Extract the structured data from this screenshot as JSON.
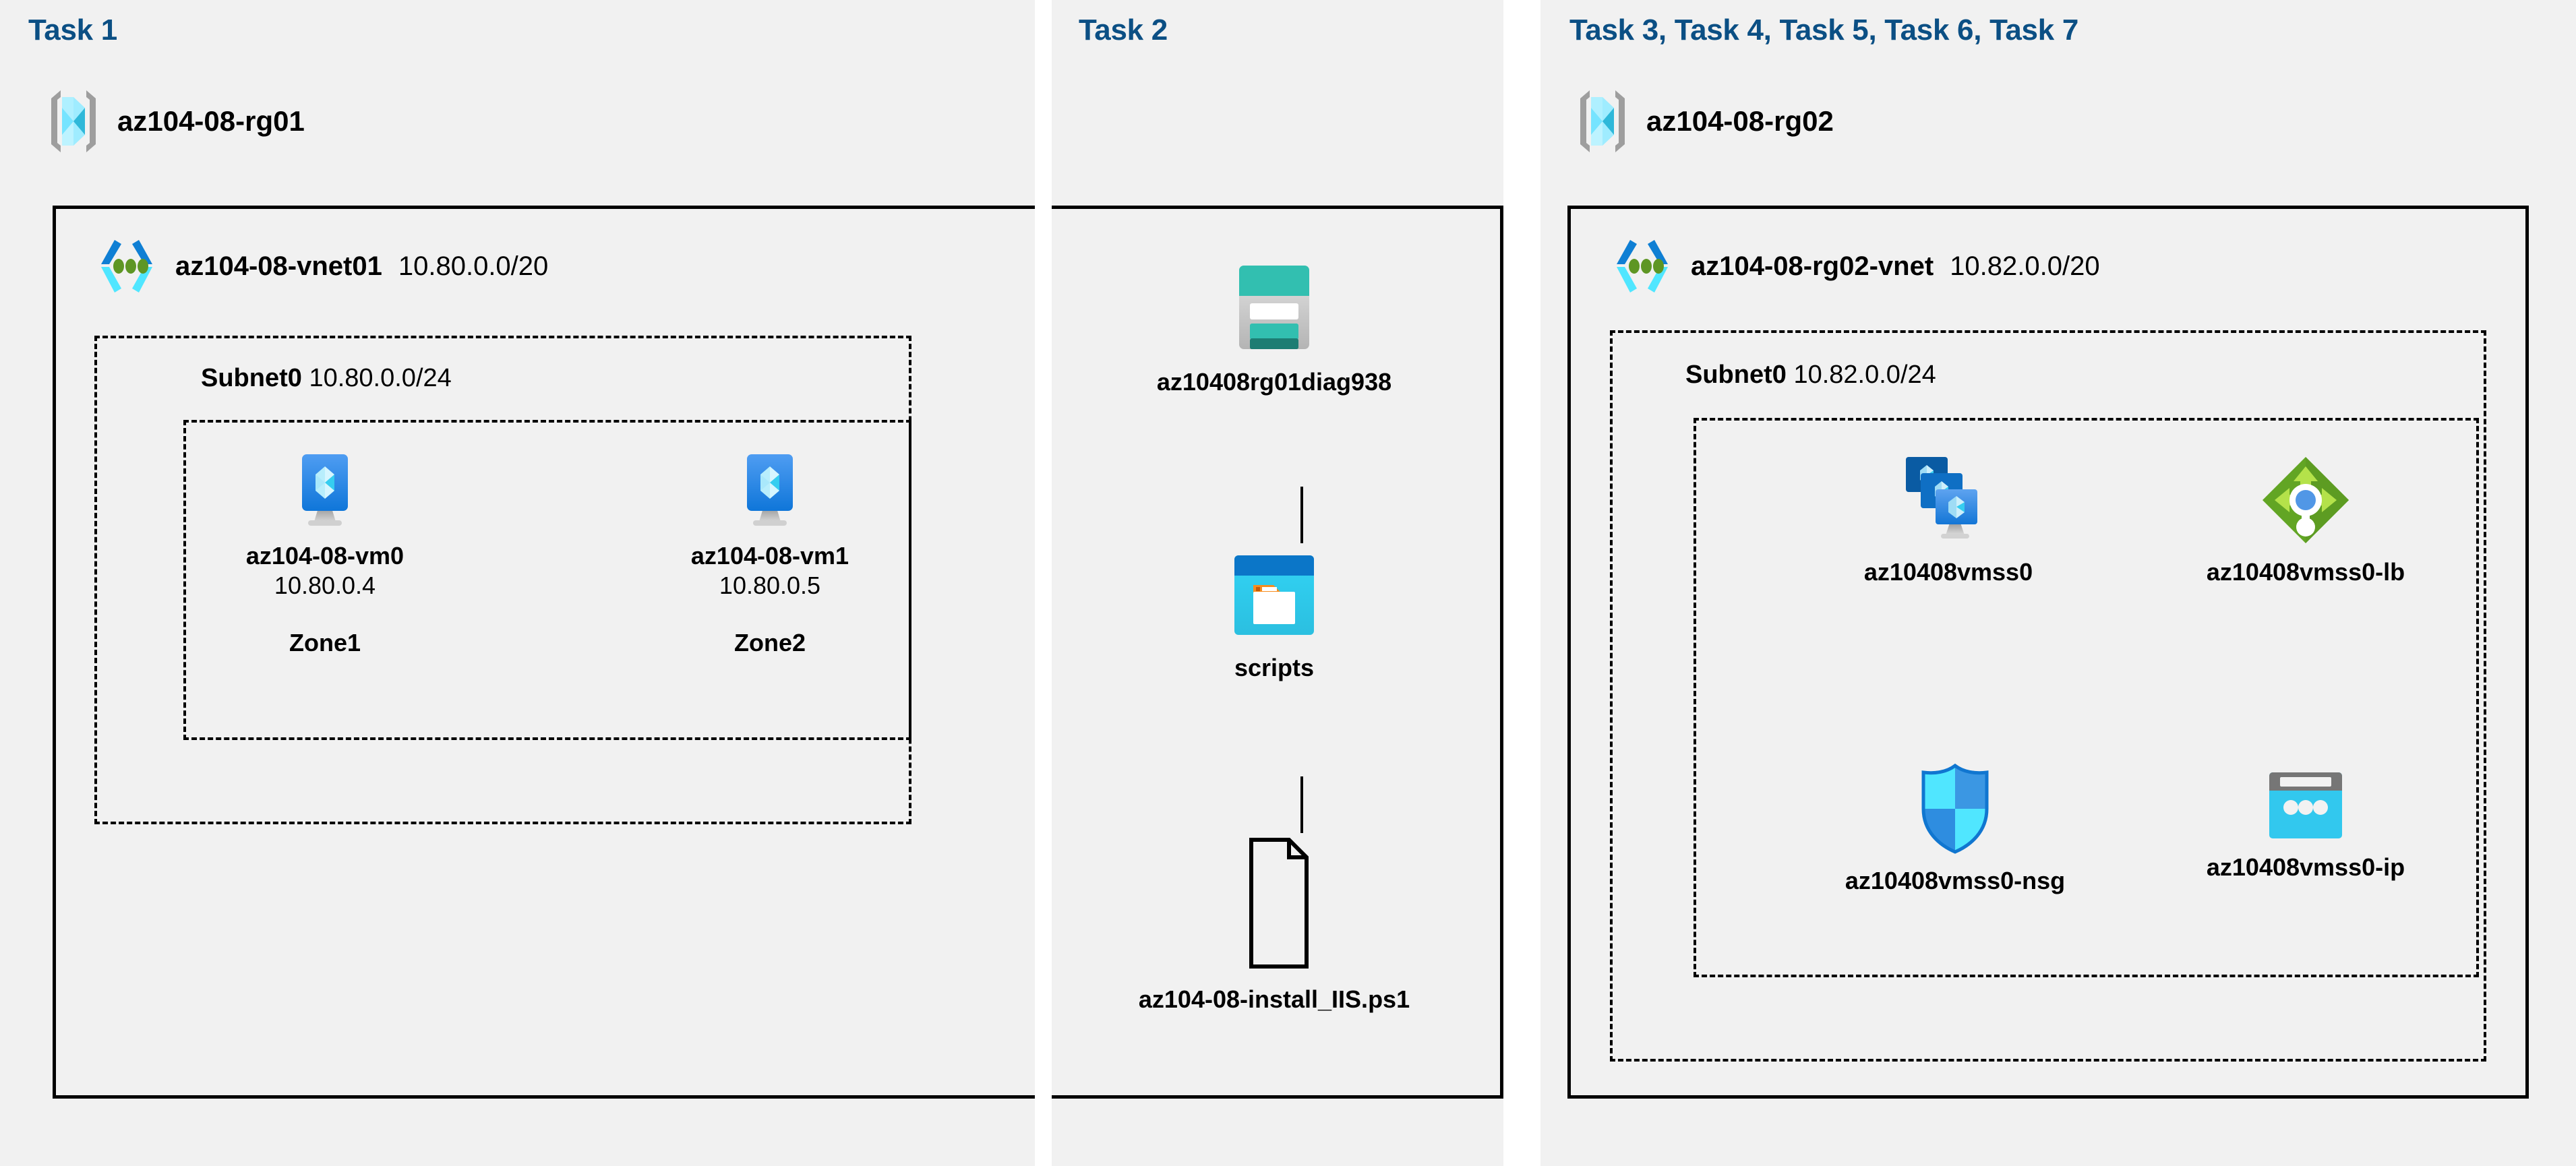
{
  "panels": [
    {
      "task_label": "Task 1",
      "resource_group": {
        "name": "az104-08-rg01",
        "icon": "resource-group-icon"
      },
      "vnet": {
        "name": "az104-08-vnet01",
        "cidr": "10.80.0.0/20",
        "icon": "virtual-network-icon"
      },
      "subnet": {
        "name": "Subnet0",
        "cidr": "10.80.0.0/24"
      },
      "nodes": [
        {
          "icon": "virtual-machine-icon",
          "label": "az104-08-vm0",
          "ip": "10.80.0.4",
          "zone": "Zone1"
        },
        {
          "icon": "virtual-machine-icon",
          "label": "az104-08-vm1",
          "ip": "10.80.0.5",
          "zone": "Zone2"
        }
      ]
    },
    {
      "task_label": "Task 2",
      "nodes": [
        {
          "icon": "storage-account-icon",
          "label": "az10408rg01diag938"
        },
        {
          "icon": "blob-container-icon",
          "label": "scripts"
        },
        {
          "icon": "file-document-icon",
          "label": "az104-08-install_IIS.ps1"
        }
      ]
    },
    {
      "task_label": "Task 3, Task 4, Task 5, Task 6, Task 7",
      "resource_group": {
        "name": "az104-08-rg02",
        "icon": "resource-group-icon"
      },
      "vnet": {
        "name": "az104-08-rg02-vnet",
        "cidr": "10.82.0.0/20",
        "icon": "virtual-network-icon"
      },
      "subnet": {
        "name": "Subnet0",
        "cidr": "10.82.0.0/24"
      },
      "nodes": [
        {
          "icon": "vm-scale-set-icon",
          "label": "az10408vmss0"
        },
        {
          "icon": "load-balancer-icon",
          "label": "az10408vmss0-lb"
        },
        {
          "icon": "network-security-group-icon",
          "label": "az10408vmss0-nsg"
        },
        {
          "icon": "public-ip-address-icon",
          "label": "az10408vmss0-ip"
        }
      ]
    }
  ],
  "colors": {
    "panel_background": "#f1f1f1",
    "page_background": "#ffffff",
    "task_label": "#0b4f84",
    "border": "#000000",
    "azure_blue": "#0078d4",
    "azure_cyan": "#50e6ff",
    "storage_teal": "#32bfb0",
    "load_balancer_green": "#7ab929",
    "folder_orange": "#f78d1e"
  }
}
